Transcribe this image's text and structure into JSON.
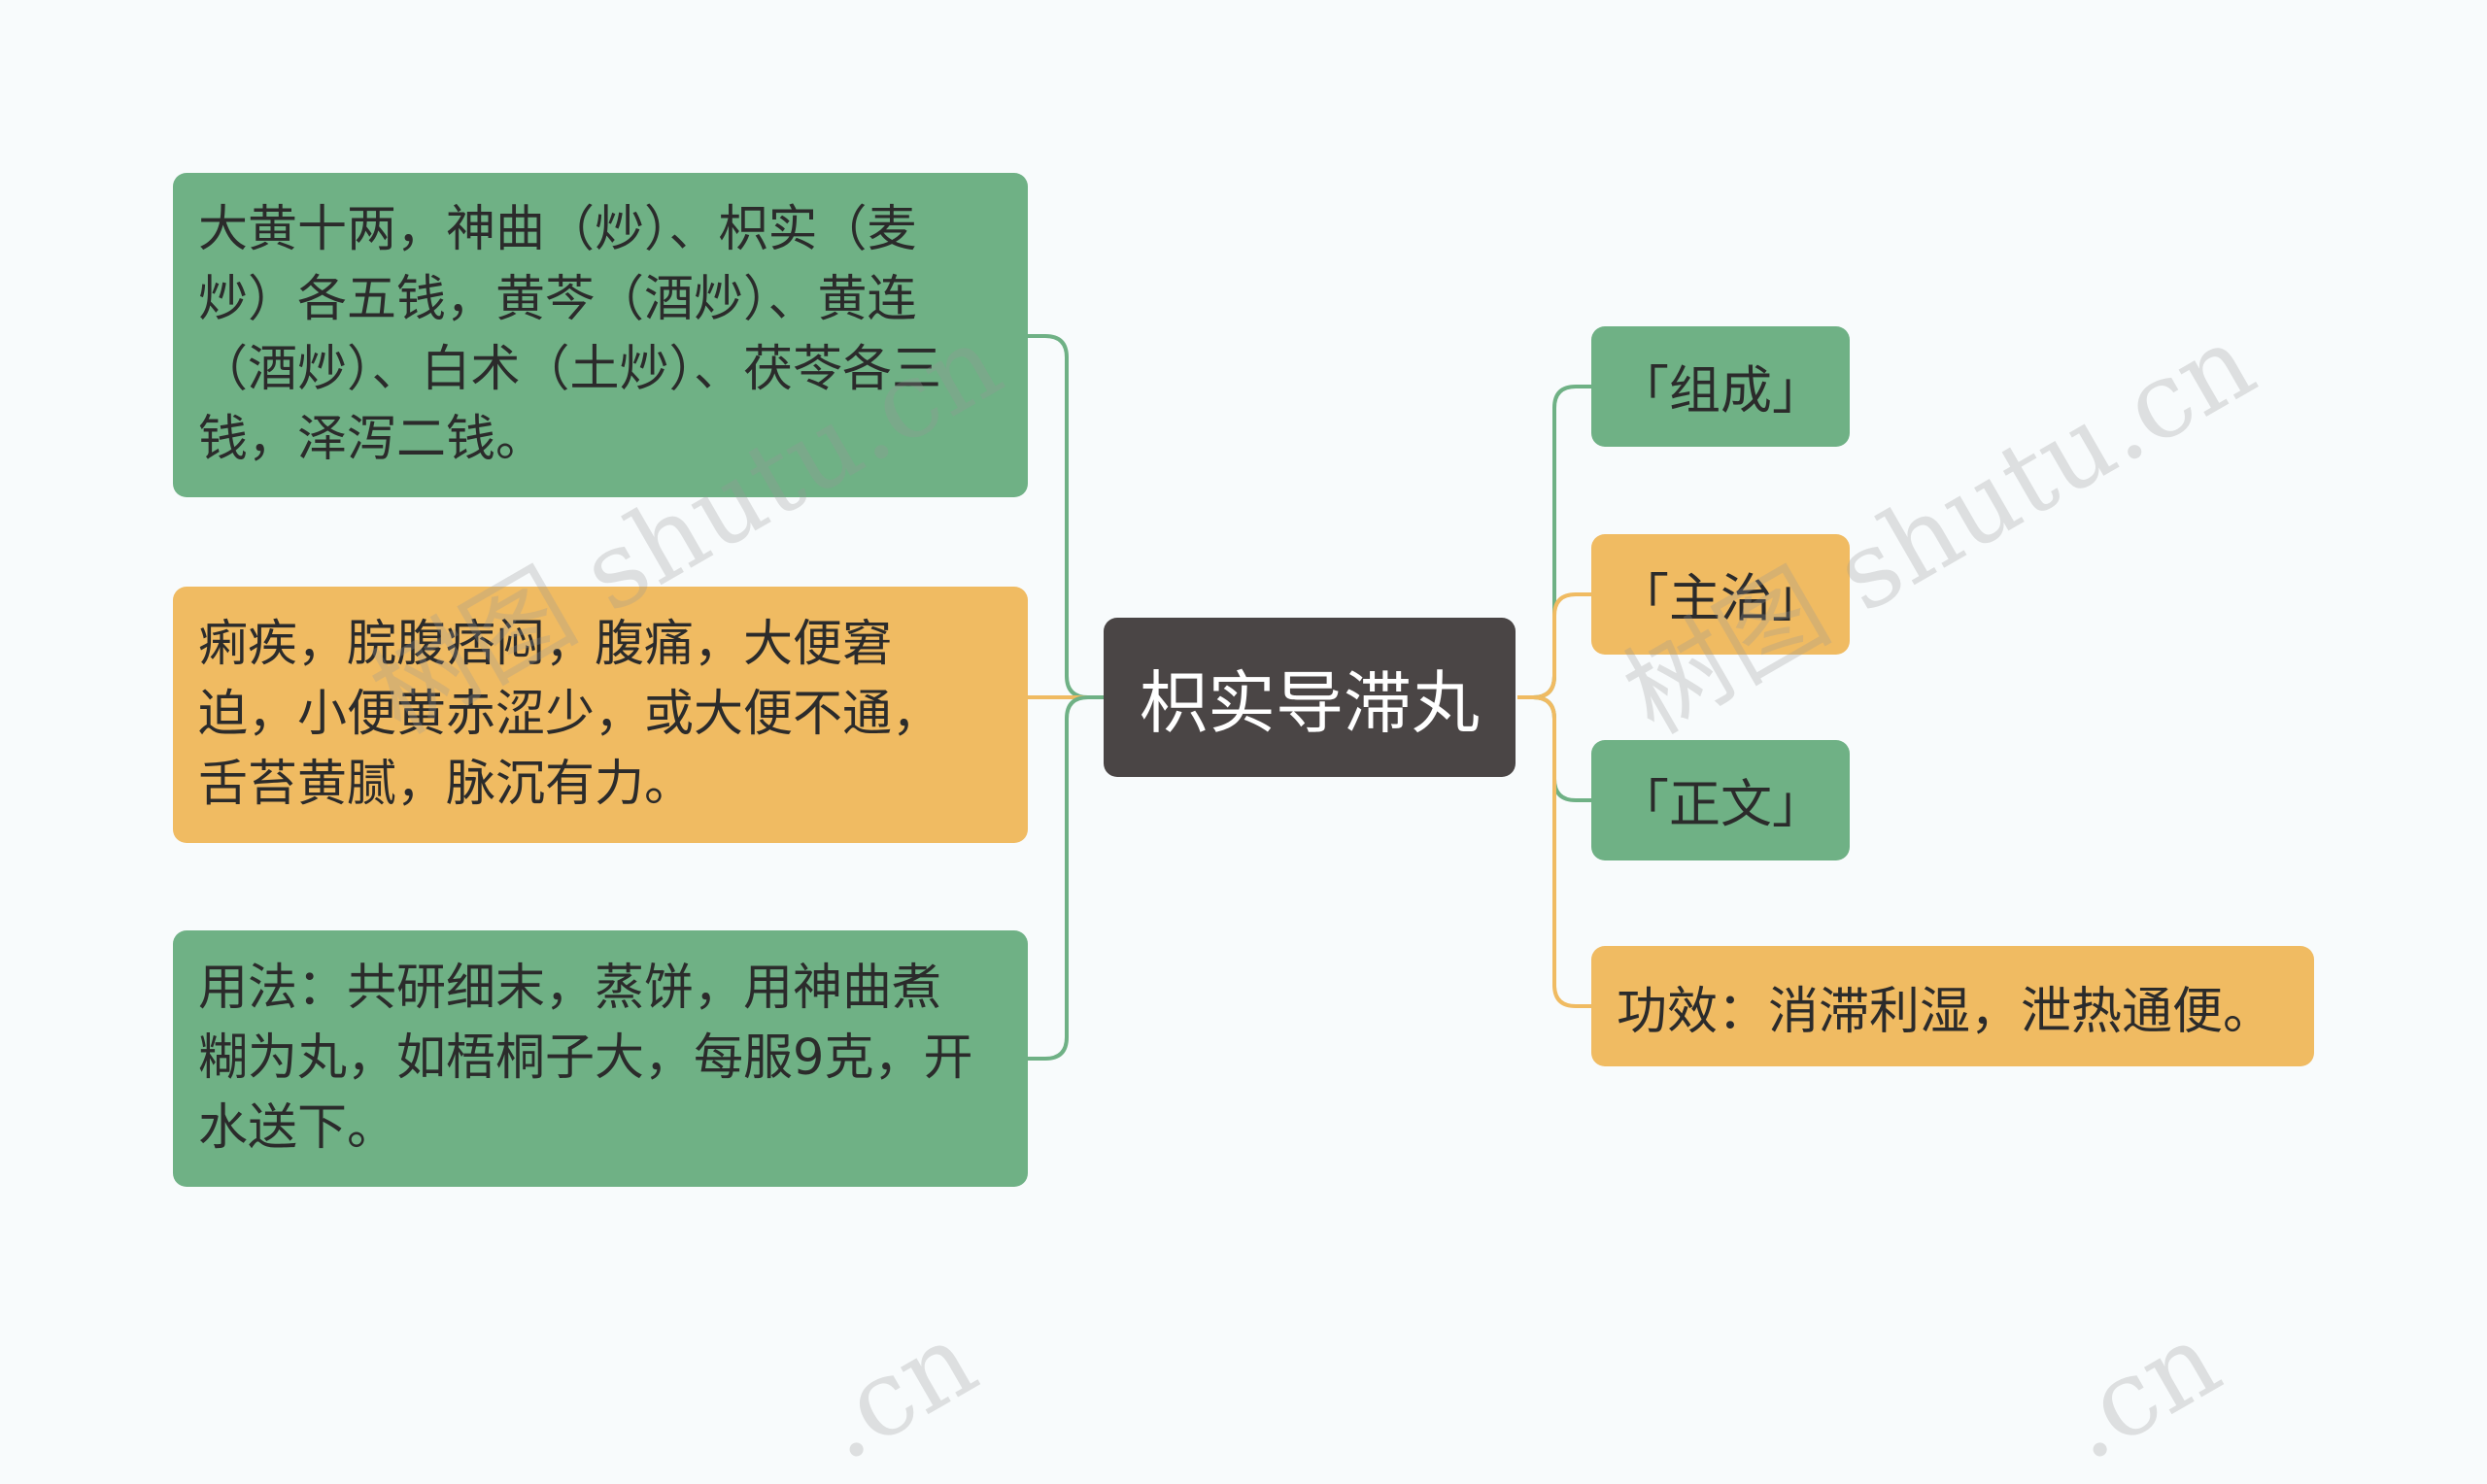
{
  "center": {
    "label": "枳实导滞丸"
  },
  "left_nodes": [
    {
      "text": "大黄十两，神曲（炒）、枳实（麦炒）各五钱，黄芩（酒炒）、黄连（酒炒）、白术（土炒）、茯苓各三钱，泽泻二钱。",
      "color": "#6fb185"
    },
    {
      "text": "痢疾，脘腹痞闷，腹痛，大便窘迫，小便黄赤涩少，或大便不通，舌苔黄腻，脉沉有力。",
      "color": "#f0bb62"
    },
    {
      "text": "用法：共研细末，蒸饼，用神曲煮糊为丸，如梧桐子大，每服9克，开水送下。",
      "color": "#6fb185"
    }
  ],
  "right_nodes": [
    {
      "text": "「组成」",
      "color": "#6fb185"
    },
    {
      "text": "「主治」",
      "color": "#f0bb62"
    },
    {
      "text": "「正文」",
      "color": "#6fb185"
    },
    {
      "text": "功效：消滞利湿，泄热通便。",
      "color": "#f0bb62"
    }
  ],
  "watermark": "树图 shutu.cn",
  "watermark_short": ".cn"
}
